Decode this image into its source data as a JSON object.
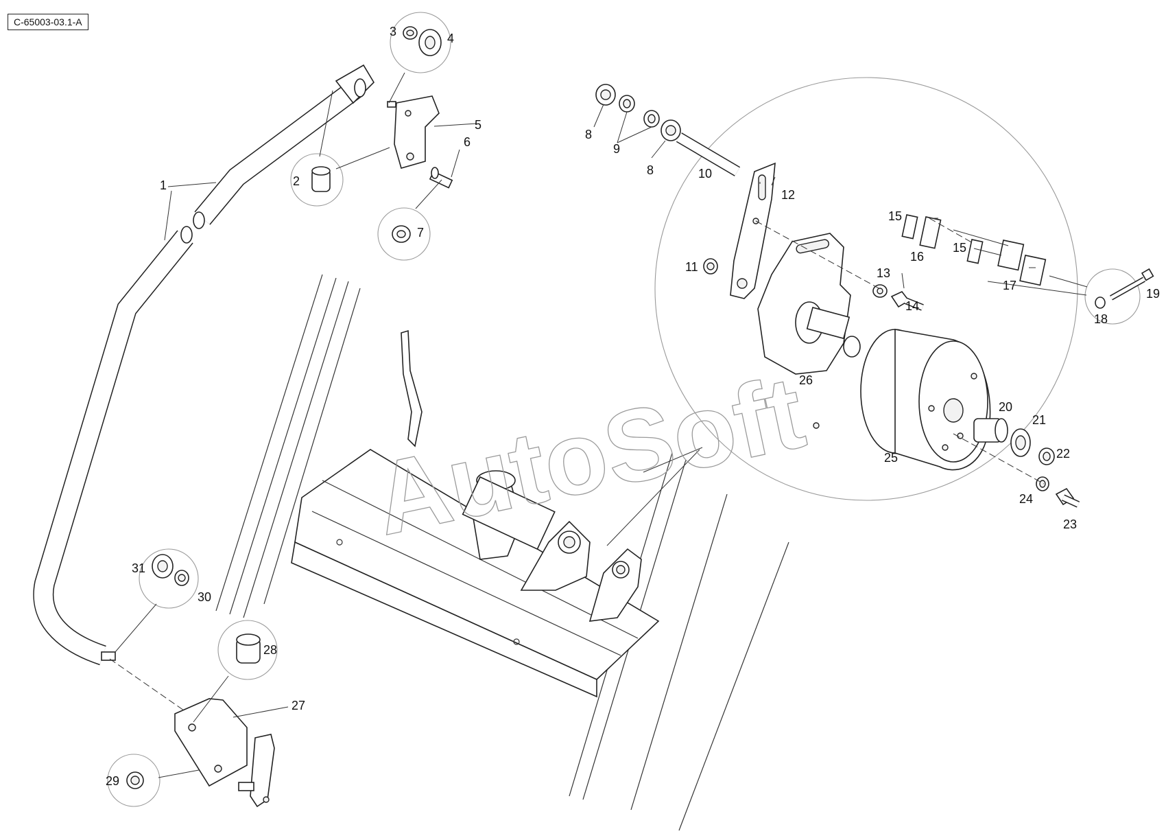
{
  "document": {
    "code": "C-65003-03.1-A",
    "watermark": "AutoSoft"
  },
  "callouts": [
    {
      "id": "1",
      "label": "1"
    },
    {
      "id": "2",
      "label": "2"
    },
    {
      "id": "3",
      "label": "3"
    },
    {
      "id": "4",
      "label": "4"
    },
    {
      "id": "5",
      "label": "5"
    },
    {
      "id": "6",
      "label": "6"
    },
    {
      "id": "7",
      "label": "7"
    },
    {
      "id": "8a",
      "label": "8"
    },
    {
      "id": "8b",
      "label": "8"
    },
    {
      "id": "9",
      "label": "9"
    },
    {
      "id": "10",
      "label": "10"
    },
    {
      "id": "11",
      "label": "11"
    },
    {
      "id": "12",
      "label": "12"
    },
    {
      "id": "13",
      "label": "13"
    },
    {
      "id": "14",
      "label": "14"
    },
    {
      "id": "15a",
      "label": "15"
    },
    {
      "id": "15b",
      "label": "15"
    },
    {
      "id": "16",
      "label": "16"
    },
    {
      "id": "17",
      "label": "17"
    },
    {
      "id": "18",
      "label": "18"
    },
    {
      "id": "19",
      "label": "19"
    },
    {
      "id": "20",
      "label": "20"
    },
    {
      "id": "21",
      "label": "21"
    },
    {
      "id": "22",
      "label": "22"
    },
    {
      "id": "23",
      "label": "23"
    },
    {
      "id": "24",
      "label": "24"
    },
    {
      "id": "25",
      "label": "25"
    },
    {
      "id": "26",
      "label": "26"
    },
    {
      "id": "27",
      "label": "27"
    },
    {
      "id": "28",
      "label": "28"
    },
    {
      "id": "29",
      "label": "29"
    },
    {
      "id": "30",
      "label": "30"
    },
    {
      "id": "31",
      "label": "31"
    }
  ]
}
